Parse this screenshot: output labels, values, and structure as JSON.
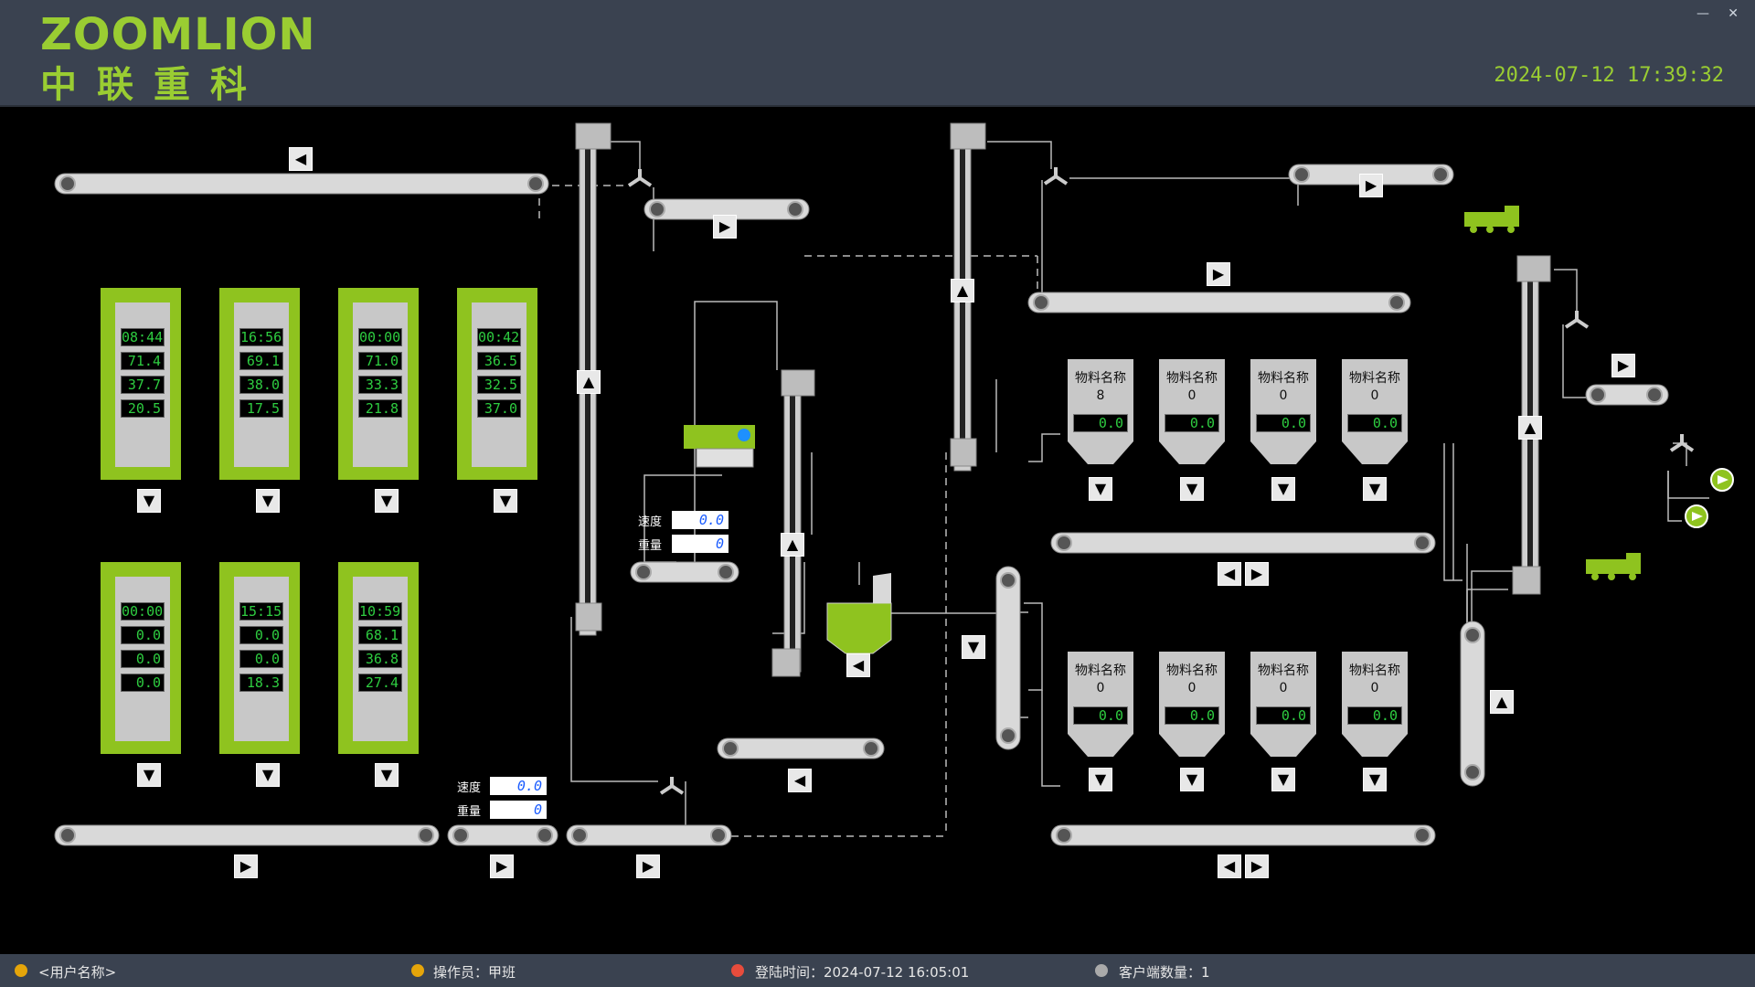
{
  "header": {
    "logo_en": "ZOOMLION",
    "logo_cn": "中联重科",
    "datetime": "2024-07-12  17:39:32",
    "minimize": "—",
    "close": "✕"
  },
  "colors": {
    "accent": "#8fc31f",
    "header_bg": "#3a4250",
    "lcd_text": "#2ecc40"
  },
  "silos": [
    {
      "values": [
        "08:44",
        "71.4",
        "37.7",
        "20.5"
      ]
    },
    {
      "values": [
        "16:56",
        "69.1",
        "38.0",
        "17.5"
      ]
    },
    {
      "values": [
        "00:00",
        "71.0",
        "33.3",
        "21.8"
      ]
    },
    {
      "values": [
        "00:42",
        "36.5",
        "32.5",
        "37.0"
      ]
    },
    {
      "values": [
        "00:00",
        "0.0",
        "0.0",
        "0.0"
      ]
    },
    {
      "values": [
        "15:15",
        "0.0",
        "0.0",
        "18.3"
      ]
    },
    {
      "values": [
        "10:59",
        "68.1",
        "36.8",
        "27.4"
      ]
    }
  ],
  "tanks_top": [
    {
      "title": "物料名称",
      "num": "8",
      "value": "0.0"
    },
    {
      "title": "物料名称",
      "num": "0",
      "value": "0.0"
    },
    {
      "title": "物料名称",
      "num": "0",
      "value": "0.0"
    },
    {
      "title": "物料名称",
      "num": "0",
      "value": "0.0"
    }
  ],
  "tanks_bottom": [
    {
      "title": "物料名称",
      "num": "0",
      "value": "0.0"
    },
    {
      "title": "物料名称",
      "num": "0",
      "value": "0.0"
    },
    {
      "title": "物料名称",
      "num": "0",
      "value": "0.0"
    },
    {
      "title": "物料名称",
      "num": "0",
      "value": "0.0"
    }
  ],
  "metering_a": {
    "speed_label": "速度",
    "speed": "0.0",
    "weight_label": "重量",
    "weight": "0"
  },
  "metering_b": {
    "speed_label": "速度",
    "speed": "0.0",
    "weight_label": "重量",
    "weight": "0"
  },
  "arrows": {
    "left": "◀",
    "right": "▶",
    "up": "▲",
    "down": "▼"
  },
  "status_bar": {
    "user": "<用户名称>",
    "operator": "操作员：甲班",
    "login": "登陆时间：2024-07-12 16:05:01",
    "clients": "客户端数量：1"
  }
}
